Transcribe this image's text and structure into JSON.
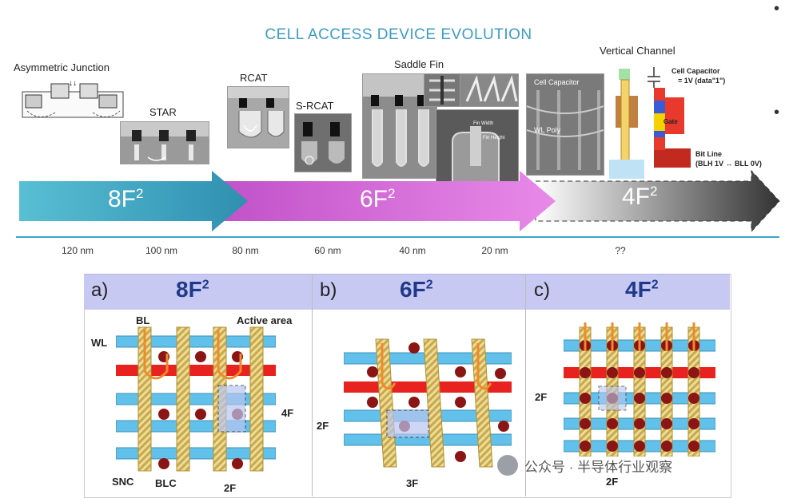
{
  "title": "CELL ACCESS DEVICE EVOLUTION",
  "tech_labels": {
    "asymmetric": "Asymmetric Junction",
    "star": "STAR",
    "rcat": "RCAT",
    "srcat": "S-RCAT",
    "saddle": "Saddle Fin",
    "vertical": "Vertical Channel"
  },
  "inset_labels": {
    "cell_capacitor": "Cell Capacitor",
    "wl_poly": "WL Poly",
    "cap_note_title": "Cell Capacitor",
    "cap_note_value": "= 1V (data\"1\")",
    "gate": "Gate",
    "bit_line": "Bit Line",
    "bit_line_note": "(BLH 1V ↔ BLL 0V)"
  },
  "arrows": [
    {
      "label": "8F",
      "exp": "2"
    },
    {
      "label": "6F",
      "exp": "2"
    },
    {
      "label": "4F",
      "exp": "2"
    }
  ],
  "nodes": [
    "120 nm",
    "100 nm",
    "80 nm",
    "60 nm",
    "40 nm",
    "20 nm",
    "??"
  ],
  "panels": [
    {
      "letter": "a)",
      "title": "8F",
      "exp": "2"
    },
    {
      "letter": "b)",
      "title": "6F",
      "exp": "2"
    },
    {
      "letter": "c)",
      "title": "4F",
      "exp": "2"
    }
  ],
  "panel_a": {
    "wl": "WL",
    "bl": "BL",
    "active": "Active area",
    "snc": "SNC",
    "blc": "BLC",
    "dim_v": "4F",
    "dim_h": "2F"
  },
  "panel_b": {
    "dim_v": "2F",
    "dim_h": "3F"
  },
  "panel_c": {
    "dim_v": "2F",
    "dim_h": "2F"
  },
  "watermark": "公众号 · 半导体行业观察",
  "colors": {
    "title": "#3b9cc4",
    "arrow_8f": "#3aa6c2",
    "arrow_6f": "#b03fb5",
    "arrow_4f": "#666666",
    "panel_header": "#c8c9f2",
    "wordline": "#62c1ea",
    "active_wordline": "#e8231f",
    "bitline": "#e6d48a",
    "contact": "#8b1414",
    "current_path": "#f08a2a"
  }
}
